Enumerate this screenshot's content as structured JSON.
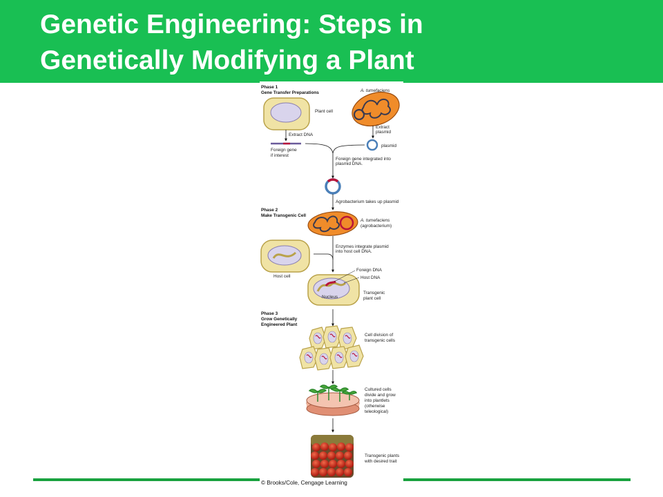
{
  "slide": {
    "title_line1": "Genetic Engineering: Steps in",
    "title_line2": "Genetically Modifying a Plant",
    "colors": {
      "header": "#19bf53",
      "rule": "#19a23f"
    }
  },
  "figure": {
    "phase1": {
      "label": "Phase 1",
      "name": "Gene Transfer Preparations"
    },
    "phase2": {
      "label": "Phase 2",
      "name": "Make Transgenic Cell"
    },
    "phase3": {
      "label": "Phase 3",
      "name_line1": "Grow Genetically",
      "name_line2": "Engineered Plant"
    },
    "labels": {
      "a_tumefaciens": "A. tumefaciens",
      "plant_cell": "Plant cell",
      "extract_dna": "Extract DNA",
      "extract_plasmid_1": "Extract",
      "extract_plasmid_2": "plasmid",
      "plasmid": "plasmid",
      "foreign_gene_1": "Foreign gene",
      "foreign_gene_2": "if interest",
      "integrated_1": "Foreign gene integrated into",
      "integrated_2": "plasmid DNA.",
      "takes_up": "Agrobacterium takes up plasmid",
      "a_tumefaciens_2": "A. tumefaciens",
      "agrobacterium": "(agrobacterium)",
      "enzymes_1": "Enzymes integrate plasmid",
      "enzymes_2": "into host cell DNA.",
      "host_cell": "Host cell",
      "foreign_dna": "Foreign DNA",
      "host_dna": "Host DNA",
      "nucleus": "Nucleus",
      "transgenic_1": "Transgenic",
      "transgenic_2": "plant cell",
      "division_1": "Cell division of",
      "division_2": "transgenic cells",
      "cultured_1": "Cultured cells",
      "cultured_2": "divide and grow",
      "cultured_3": "into plantlets",
      "cultured_4": "(otherwise",
      "cultured_5": "teleological)",
      "plants_1": "Transgenic plants",
      "plants_2": "with desired trait"
    },
    "credit": "© Brooks/Cole, Cengage Learning",
    "colors": {
      "cell": "#f0e3a5",
      "cell_wall": "#b9a24a",
      "nucleus": "#d9d4ec",
      "bacterium": "#f08c2a",
      "dna": "#3a3a50",
      "foreign": "#b8143a",
      "tomato": "#c81e12"
    }
  }
}
